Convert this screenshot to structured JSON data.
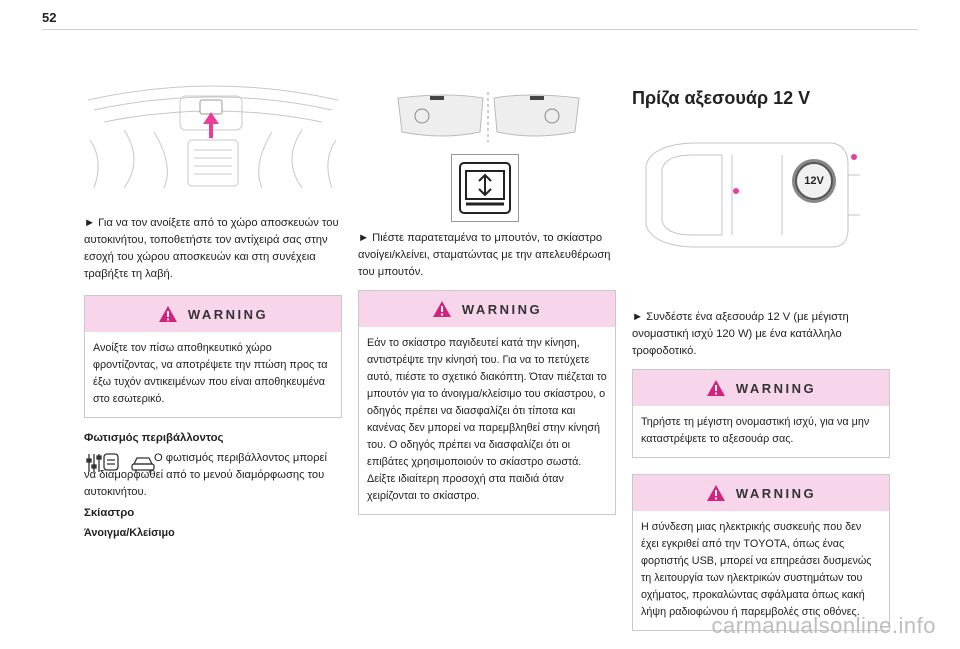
{
  "page": {
    "number": "52",
    "watermark": "carmanualsonline.info"
  },
  "col1": {
    "intro": "► Για να τον ανοίξετε από το χώρο αποσκευών του αυτοκινήτου, τοποθετήστε τον αντίχειρά σας στην εσοχή του χώρου αποσκευών και στη συνέχεια τραβήξτε τη λαβή.",
    "warning": {
      "title": "WARNING",
      "text": "Ανοίξτε τον πίσω αποθηκευτικό χώρο φροντίζοντας, να αποτρέψετε την πτώση προς τα έξω τυχόν αντικειμένων που είναι αποθηκευμένα στο εσωτερικό."
    },
    "lighting": {
      "heading": "Φωτισμός περιβάλλοντος",
      "text": "Ο φωτισμός περιβάλλοντος μπορεί να διαμορφωθεί από το μενού διαμόρφωσης του αυτοκινήτου.",
      "icon_a": "settings-grid-icon",
      "icon_b": "car-icon"
    },
    "blind": {
      "heading": "Σκίαστρο",
      "subheading": "Άνοιγμα/Κλείσιμο"
    }
  },
  "col2": {
    "intro": "► Πιέστε παρατεταμένα το μπουτόν, το σκίαστρο ανοίγει/κλείνει, σταματώντας με την απελευθέρωση του μπουτόν.",
    "warning": {
      "title": "WARNING",
      "text": "Εάν το σκίαστρο παγιδευτεί κατά την κίνηση, αντιστρέψτε την κίνησή του. Για να το πετύχετε αυτό, πιέστε το σχετικό διακόπτη. Όταν πιέζεται το μπουτόν για το άνοιγμα/κλείσιμο του σκίαστρου, ο οδηγός πρέπει να διασφαλίζει ότι τίποτα και κανένας δεν μπορεί να παρεμβληθεί στην κίνησή του. Ο οδηγός πρέπει να διασφαλίζει ότι οι επιβάτες χρησιμοποιούν το σκίαστρο σωστά. Δείξτε ιδιαίτερη προσοχή στα παιδιά όταν χειρίζονται το σκίαστρο."
    }
  },
  "col3": {
    "title": "Πρίζα αξεσουάρ 12 V",
    "socket_label": "12V",
    "intro": "► Συνδέστε ένα αξεσουάρ 12 V (με μέγιστη ονομαστική ισχύ 120 W) με ένα κατάλληλο τροφοδοτικό.",
    "warning1": {
      "title": "WARNING",
      "text": "Τηρήστε τη μέγιστη ονομαστική ισχύ, για να μην καταστρέψετε το αξεσουάρ σας."
    },
    "warning2": {
      "title": "WARNING",
      "text": "Η σύνδεση μιας ηλεκτρικής συσκευής που δεν έχει εγκριθεί από την TOYOTA, όπως ένας φορτιστής USB, μπορεί να επηρεάσει δυσμενώς τη λειτουργία των ηλεκτρικών συστημάτων του οχήματος, προκαλώντας σφάλματα όπως κακή λήψη ραδιοφώνου ή παρεμβολές στις οθόνες."
    }
  },
  "colors": {
    "accent": "#e8409a",
    "warning_bg": "#f7d6ec"
  }
}
